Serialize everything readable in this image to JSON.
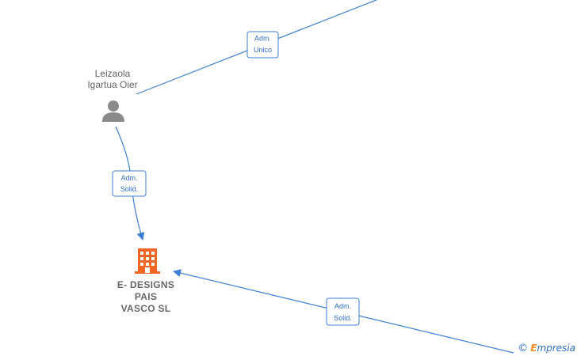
{
  "nodes": {
    "person": {
      "name_line1": "Leizaola",
      "name_line2": "Igartua Oier",
      "icon": "person-icon",
      "color": "#8a8a8a"
    },
    "company": {
      "name_line1": "E- DESIGNS",
      "name_line2": "PAIS",
      "name_line3": "VASCO  SL",
      "icon": "building-icon",
      "color": "#f26522"
    }
  },
  "edges": [
    {
      "label_line1": "Adm.",
      "label_line2": "Unico"
    },
    {
      "label_line1": "Adm.",
      "label_line2": "Solid."
    },
    {
      "label_line1": "Adm.",
      "label_line2": "Solid."
    }
  ],
  "watermark": {
    "symbol": "©",
    "brand_first": "E",
    "brand_rest": "mpresia"
  },
  "colors": {
    "edge": "#3d7fd6",
    "label_text": "#666666"
  }
}
